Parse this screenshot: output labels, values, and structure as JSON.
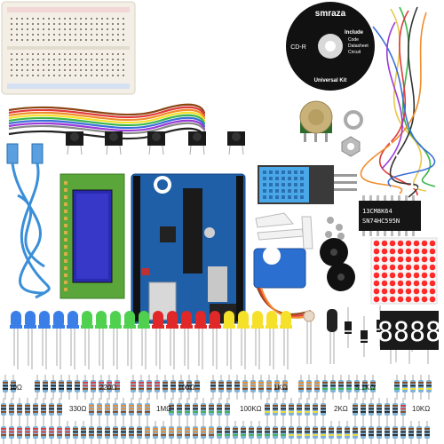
{
  "cd": {
    "brand": "smraza",
    "format": "CD-R",
    "include_title": "Include",
    "include_items": [
      "Code",
      "Datasheet",
      "Circuit"
    ],
    "footer": "Universal Kit"
  },
  "chip": {
    "line1": "13CM8K64",
    "line2": "SN74HC595N"
  },
  "led_display": {
    "digits": "8888"
  },
  "resistor_labels": {
    "r10": "10Ω",
    "r220": "220Ω",
    "r100": "100Ω",
    "r1k": "1KΩ",
    "r5k1": "5.1KΩ",
    "r330": "330Ω",
    "r1m": "1MΩ",
    "r100k": "100KΩ",
    "r2k": "2KΩ",
    "r10k": "10KΩ"
  },
  "colors": {
    "board_blue": "#1f5fa8",
    "lcd_green": "#5aa63a",
    "lcd_screen": "#2a2ab0",
    "cable_blue": "#3a8fd8",
    "led_blue": "#3a7fe8",
    "led_green": "#4fd04f",
    "led_red": "#e02828",
    "led_yellow": "#f5e02a",
    "servo_blue": "#2b6fd0",
    "matrix_red": "#ff2a2a",
    "dht_blue": "#4aa8e8",
    "cd_black": "#111111"
  }
}
